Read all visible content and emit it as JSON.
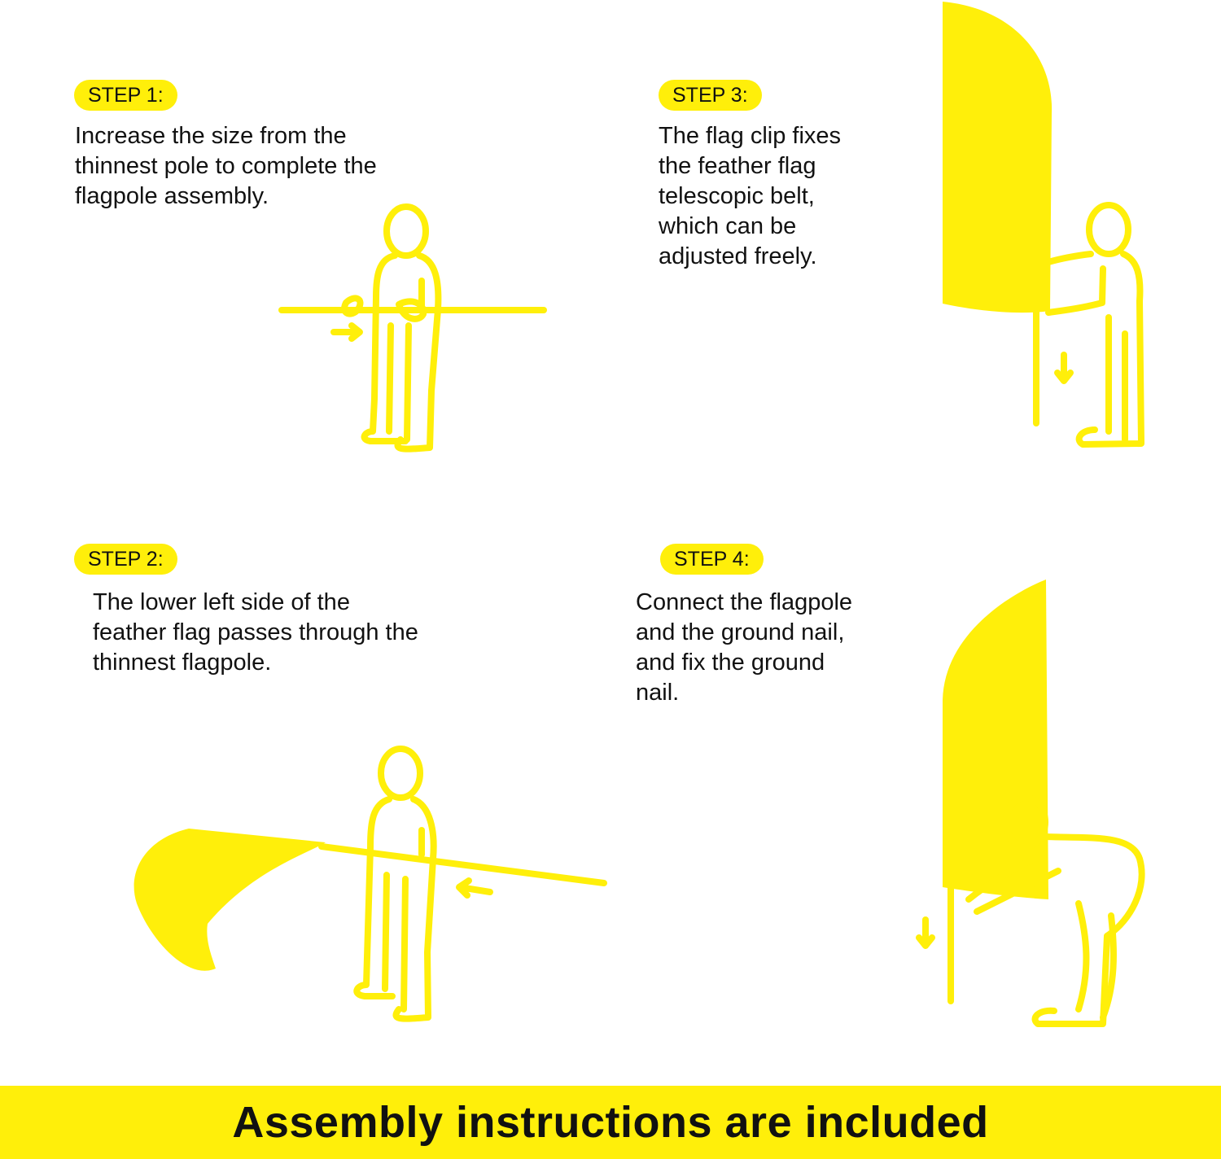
{
  "colors": {
    "accent": "#ffef0a",
    "text": "#111111",
    "background": "#ffffff"
  },
  "steps": [
    {
      "label": "STEP 1:",
      "text": "Increase the size from the\nthinnest pole to complete the\nflagpole assembly."
    },
    {
      "label": "STEP 2:",
      "text": "The lower left side of the\nfeather flag passes through the\nthinnest flagpole."
    },
    {
      "label": "STEP 3:",
      "text": "The flag clip fixes\nthe feather flag\ntelescopic belt,\nwhich can be\nadjusted freely."
    },
    {
      "label": "STEP 4:",
      "text": "Connect the flagpole\nand the ground nail,\nand fix the ground\nnail."
    }
  ],
  "footer": {
    "text": "Assembly instructions are included"
  }
}
